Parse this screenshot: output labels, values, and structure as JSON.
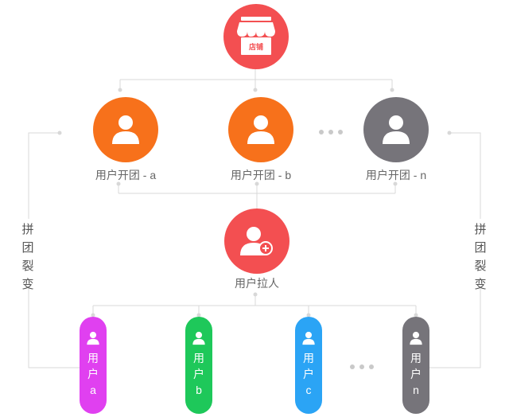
{
  "colors": {
    "store": "#f34f51",
    "orange": "#f7711b",
    "gray": "#76747a",
    "recruit": "#f34f51",
    "pill_a": "#e040f0",
    "pill_b": "#1ec85a",
    "pill_c": "#2ba4f5",
    "pill_n": "#76747a",
    "connector": "#d8d8d8",
    "dot": "#c9c9c9"
  },
  "store": {
    "icon": "store-icon",
    "label": "店铺"
  },
  "group_nodes": [
    {
      "label": "用户开团 - a",
      "icon": "user-icon"
    },
    {
      "label": "用户开团 - b",
      "icon": "user-icon"
    },
    {
      "label": "用户开团 - n",
      "icon": "user-icon"
    }
  ],
  "recruit": {
    "label": "用户拉人",
    "icon": "user-add-icon"
  },
  "users": [
    {
      "label": "用户a",
      "icon": "user-icon"
    },
    {
      "label": "用户b",
      "icon": "user-icon"
    },
    {
      "label": "用户c",
      "icon": "user-icon"
    },
    {
      "label": "用户n",
      "icon": "user-icon"
    }
  ],
  "side_labels": {
    "left": "拼团裂变",
    "right": "拼团裂变"
  }
}
